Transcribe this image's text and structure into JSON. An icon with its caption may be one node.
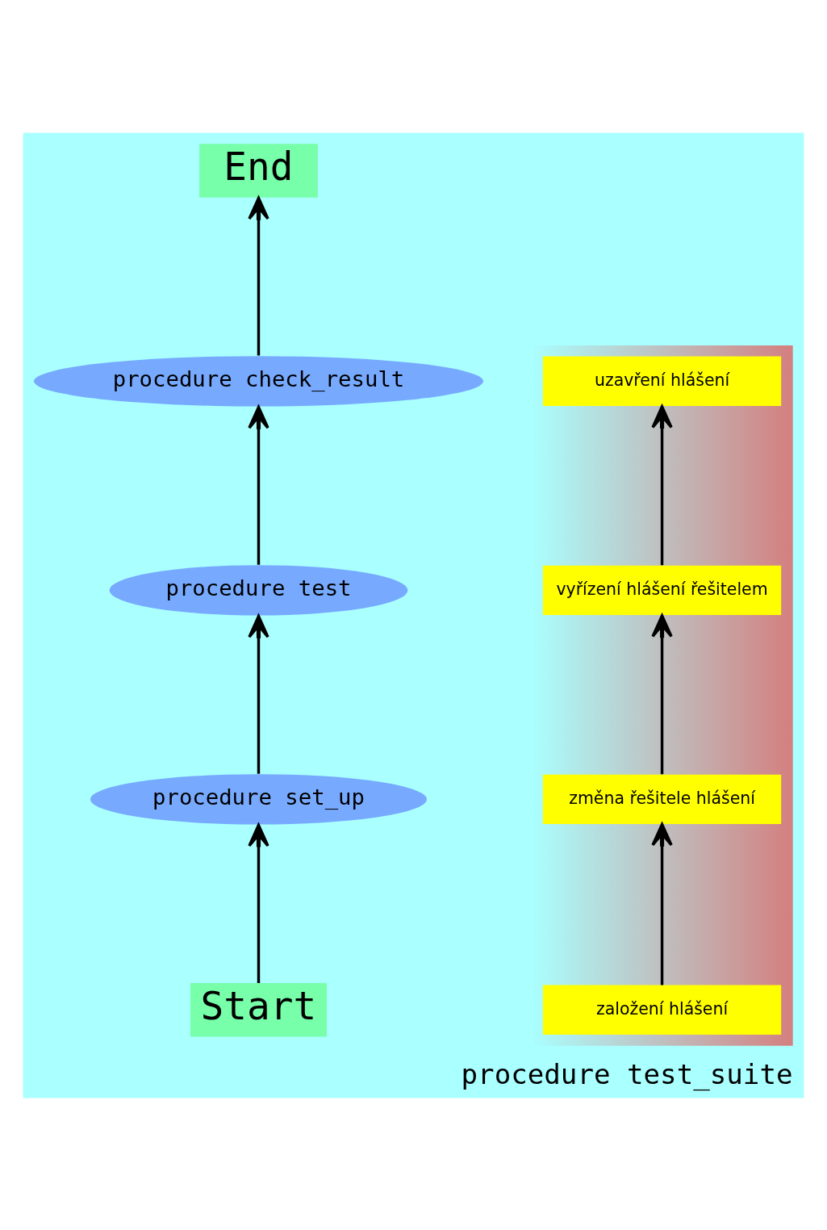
{
  "diagram": {
    "nodes": [
      {
        "text": [
          "procedure test_suite"
        ]
      },
      {
        "text": [
          "End"
        ],
        "in": 0
      },
      {
        "text": [
          "procedure check_result"
        ],
        "in": 0
      },
      {
        "text": [
          "procedure test"
        ],
        "in": 0
      },
      {
        "text": [
          "procedure set_up"
        ],
        "in": 0
      },
      {
        "text": [
          "Start"
        ],
        "in": 0
      },
      {
        "text": [],
        "shape": "box",
        "in": 0
      },
      {
        "text": [
          "uzavření hlášení"
        ],
        "in": 6
      },
      {
        "text": [
          "vyřízení hlášení řešitelem"
        ],
        "in": 6
      },
      {
        "text": [
          "změna řešitele hlášení"
        ],
        "in": 6
      },
      {
        "text": [
          "založení hlášení"
        ],
        "in": 6
      }
    ],
    "edges": [
      {
        "from": 5,
        "to": 4,
        "arrow": "to"
      },
      {
        "from": 4,
        "to": 3,
        "arrow": "to"
      },
      {
        "from": 3,
        "to": 2,
        "arrow": "to"
      },
      {
        "from": 2,
        "to": 1,
        "arrow": "to"
      },
      {
        "from": 10,
        "to": 9,
        "arrow": "to"
      },
      {
        "from": 9,
        "to": 8,
        "arrow": "to"
      },
      {
        "from": 8,
        "to": 7,
        "arrow": "to"
      }
    ]
  }
}
